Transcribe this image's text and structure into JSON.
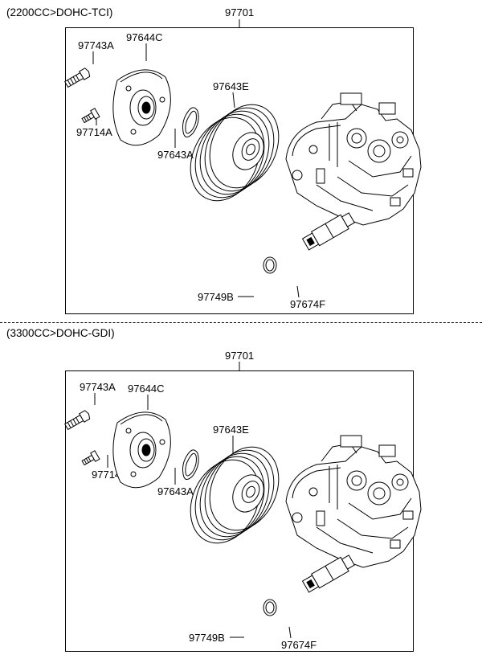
{
  "sections": [
    {
      "title": "(2200CC>DOHC-TCI)",
      "assembly": "97701",
      "parts": {
        "bolt": "97743A",
        "hub": "97644C",
        "screw": "97714A",
        "snap_ring": "97643A",
        "pulley": "97643E",
        "o_ring": "97749B",
        "sensor": "97674F"
      }
    },
    {
      "title": "(3300CC>DOHC-GDI)",
      "assembly": "97701",
      "parts": {
        "bolt": "97743A",
        "hub": "97644C",
        "screw": "97714A",
        "snap_ring": "97643A",
        "pulley": "97643E",
        "o_ring": "97749B",
        "sensor": "97674F"
      }
    }
  ]
}
